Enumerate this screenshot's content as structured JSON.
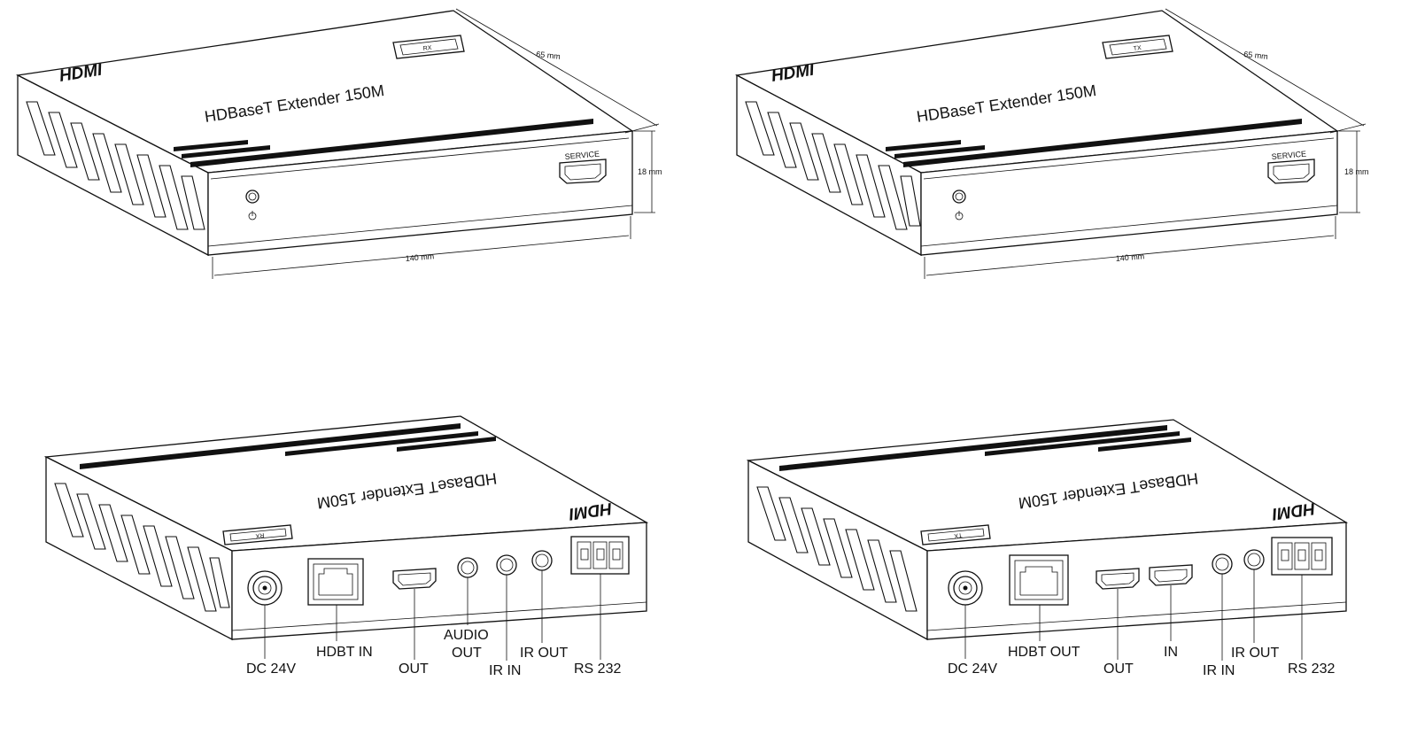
{
  "devices": {
    "rx_front": {
      "brand": "HDMI",
      "model": "HDBaseT Extender 150M",
      "badge": "RX",
      "service_label": "SERVICE",
      "dim_width": "140 mm",
      "dim_depth": "65 mm",
      "dim_height": "18 mm"
    },
    "tx_front": {
      "brand": "HDMI",
      "model": "HDBaseT Extender 150M",
      "badge": "TX",
      "service_label": "SERVICE",
      "dim_width": "140 mm",
      "dim_depth": "65 mm",
      "dim_height": "18 mm"
    },
    "rx_rear": {
      "brand": "HDMI",
      "model": "HDBaseT Extender 150M",
      "badge": "RX",
      "labels": {
        "dc": "DC 24V",
        "hdbt": "HDBT IN",
        "out": "OUT",
        "audio_1": "AUDIO",
        "audio_2": "OUT",
        "ir_in": "IR IN",
        "ir_out": "IR OUT",
        "rs232": "RS 232"
      }
    },
    "tx_rear": {
      "brand": "HDMI",
      "model": "HDBaseT Extender 150M",
      "badge": "TX",
      "labels": {
        "dc": "DC 24V",
        "hdbt": "HDBT OUT",
        "out": "OUT",
        "in": "IN",
        "ir_in": "IR IN",
        "ir_out": "IR OUT",
        "rs232": "RS 232"
      }
    }
  },
  "colors": {
    "ink": "#111111",
    "background": "#ffffff"
  }
}
